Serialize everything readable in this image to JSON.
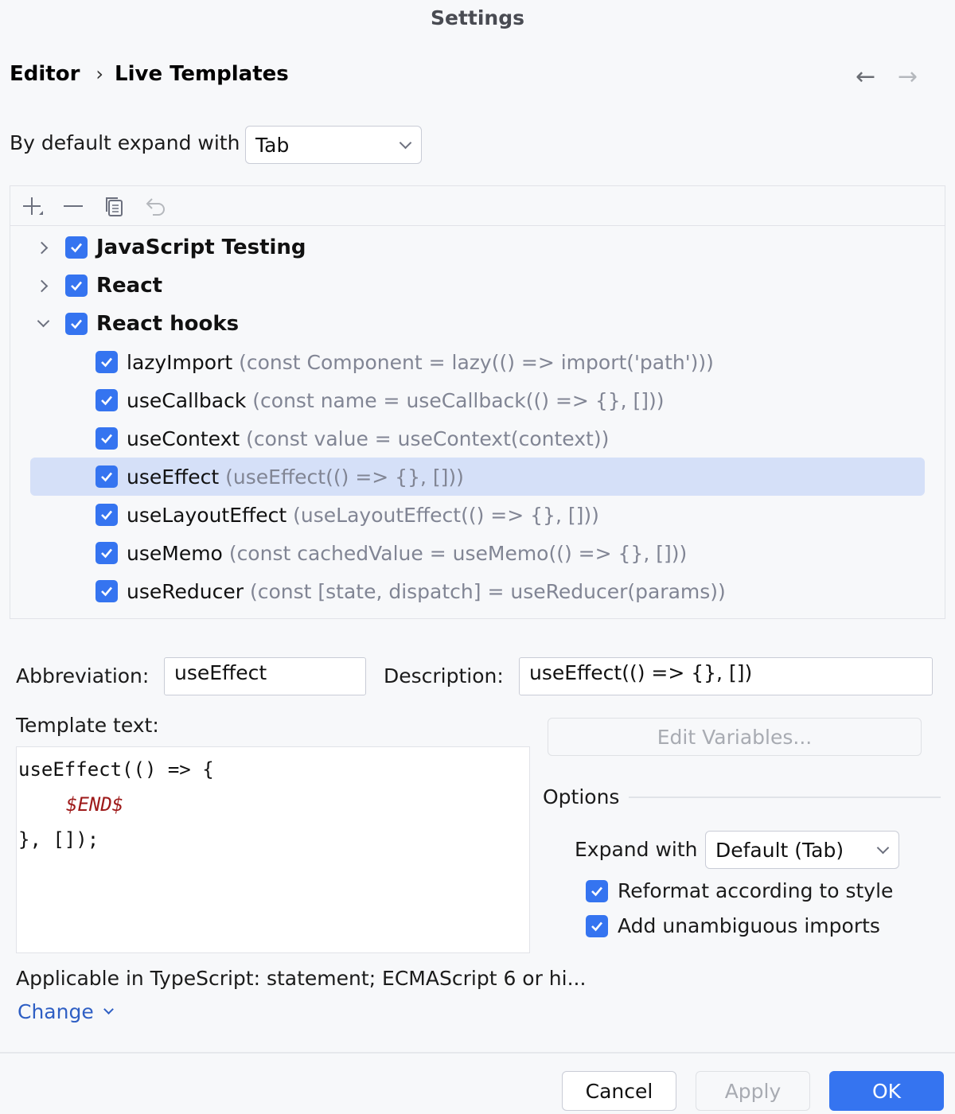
{
  "window": {
    "title": "Settings"
  },
  "breadcrumb": {
    "parent": "Editor",
    "separator": "›",
    "current": "Live Templates"
  },
  "nav": {
    "back_glyph": "←",
    "forward_glyph": "→"
  },
  "expand_default": {
    "label": "By default expand with",
    "value": "Tab"
  },
  "toolbar": {
    "icons": [
      "add-icon",
      "remove-icon",
      "copy-icon",
      "revert-icon"
    ]
  },
  "groups": [
    {
      "name": "JavaScript Testing",
      "checked": true,
      "expanded": false
    },
    {
      "name": "React",
      "checked": true,
      "expanded": false
    },
    {
      "name": "React hooks",
      "checked": true,
      "expanded": true
    }
  ],
  "templates": [
    {
      "abbr": "lazyImport",
      "desc": "(const Component = lazy(() => import('path')))",
      "checked": true
    },
    {
      "abbr": "useCallback",
      "desc": "(const name = useCallback(() => {}, []))",
      "checked": true
    },
    {
      "abbr": "useContext",
      "desc": "(const value = useContext(context))",
      "checked": true
    },
    {
      "abbr": "useEffect",
      "desc": "(useEffect(() => {}, []))",
      "checked": true,
      "selected": true
    },
    {
      "abbr": "useLayoutEffect",
      "desc": "(useLayoutEffect(() => {}, []))",
      "checked": true
    },
    {
      "abbr": "useMemo",
      "desc": "(const cachedValue = useMemo(() => {}, []))",
      "checked": true
    },
    {
      "abbr": "useReducer",
      "desc": "(const [state, dispatch] = useReducer(params))",
      "checked": true
    }
  ],
  "form": {
    "abbreviation_label": "Abbreviation:",
    "abbreviation_value": "useEffect",
    "description_label": "Description:",
    "description_value": "useEffect(() => {}, [])",
    "template_text_label": "Template text:",
    "template_lines": [
      "useEffect(() => {",
      "$END$",
      "}, []);"
    ],
    "edit_variables_label": "Edit Variables...",
    "options_title": "Options",
    "expand_with_label": "Expand with",
    "expand_with_value": "Default (Tab)",
    "reformat_label": "Reformat according to style",
    "reformat_checked": true,
    "imports_label": "Add unambiguous imports",
    "imports_checked": true,
    "applicable_text": "Applicable in TypeScript: statement; ECMAScript 6 or hi...",
    "change_label": "Change"
  },
  "footer": {
    "cancel_label": "Cancel",
    "apply_label": "Apply",
    "ok_label": "OK"
  },
  "colors": {
    "accent": "#3574f0",
    "selection": "#d5e0f8",
    "link": "#2f5fc4",
    "muted": "#818594"
  }
}
